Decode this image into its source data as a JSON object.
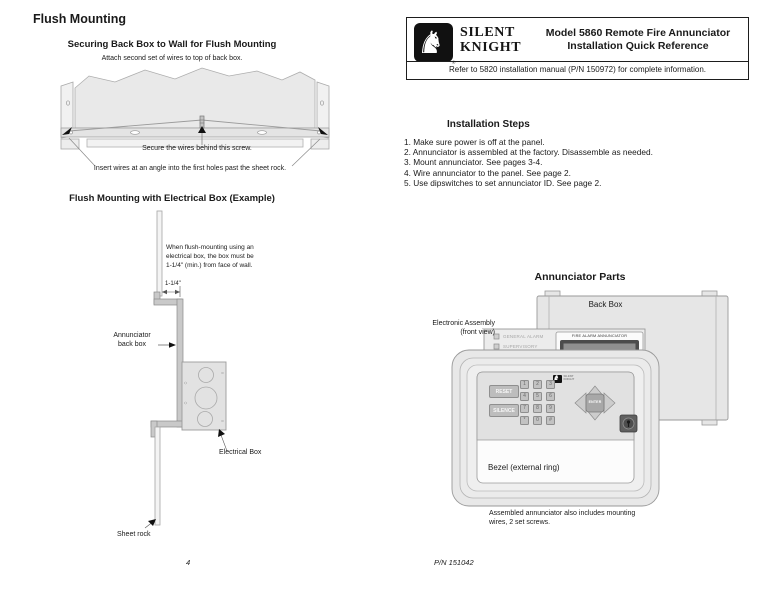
{
  "left_page": {
    "heading": "Flush Mounting",
    "fig1": {
      "title": "Securing Back Box to Wall for Flush Mounting",
      "note_top": "Attach second set of wires to top of back box.",
      "note_screw": "Secure the wires behind this screw.",
      "note_insert": "Insert wires at an angle into the first holes past the sheet rock."
    },
    "fig2": {
      "title": "Flush Mounting with Electrical Box (Example)",
      "note_lines": [
        "When flush-mounting using an",
        "electrical box, the box must be",
        "1-1/4\" (min.) from face of wall."
      ],
      "dim_label": "1-1/4\"",
      "backbox_label_line1": "Annunciator",
      "backbox_label_line2": "back box",
      "electrical_box_label": "Electrical Box",
      "sheet_rock_label": "Sheet rock"
    },
    "page_number": "4"
  },
  "right_page": {
    "header": {
      "brand_line1": "SILENT",
      "brand_line2": "KNIGHT",
      "reg_mark": "®",
      "title_line1": "Model 5860 Remote Fire Annunciator",
      "title_line2": "Installation Quick Reference",
      "note": "Refer to 5820 installation manual (P/N 150972) for complete information."
    },
    "steps": {
      "heading": "Installation Steps",
      "items": [
        "1. Make sure power is off at the panel.",
        "2. Annunciator is assembled at the factory. Disassemble as needed.",
        "3. Mount annunciator. See pages 3-4.",
        "4. Wire annunciator to the panel. See page 2.",
        "5. Use dipswitches to set annunciator ID. See page 2."
      ]
    },
    "parts": {
      "heading": "Annunciator Parts",
      "back_box_label": "Back Box",
      "assembly_label_line1": "Electronic Assembly",
      "assembly_label_line2": "(front view)",
      "led1": "GENERAL ALARM",
      "led2": "SUPERVISORY",
      "display_title": "FIRE ALARM ANNUNCIATOR",
      "mini_logo_text": "SILENT KNIGHT",
      "knight_glyph": "♞",
      "reset": "RESET",
      "silence": "SILENCE",
      "enter": "ENTER",
      "keys": [
        "1",
        "2",
        "3",
        "4",
        "5",
        "6",
        "7",
        "8",
        "9",
        "*",
        "0",
        "#"
      ],
      "bezel_label": "Bezel (external ring)",
      "caption_line1": "Assembled annunciator also includes mounting",
      "caption_line2": "wires, 2 set screws."
    },
    "part_number": "P/N 151042"
  }
}
